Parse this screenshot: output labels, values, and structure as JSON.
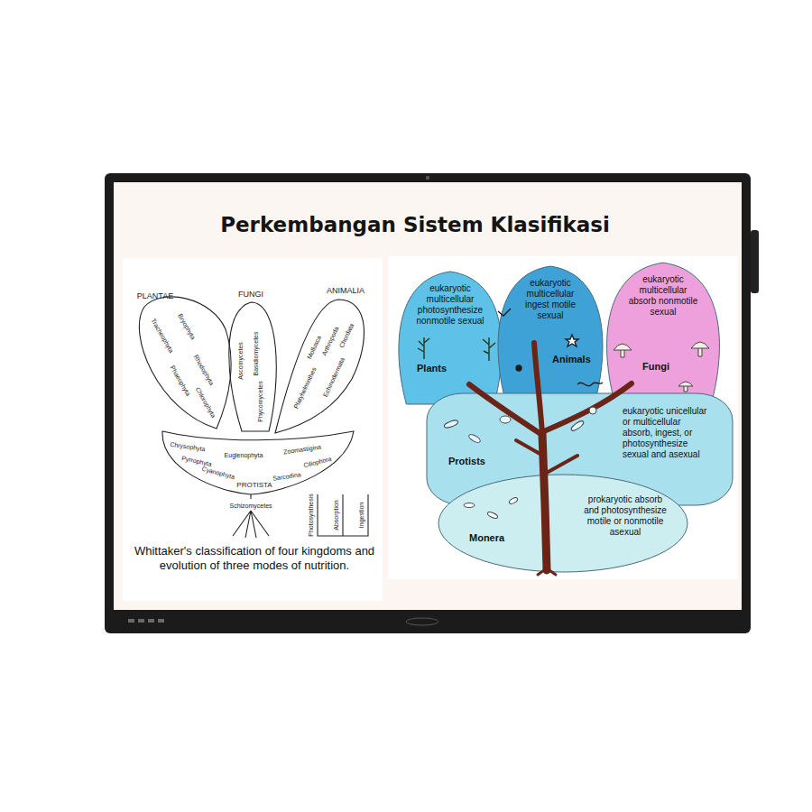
{
  "diagram": {
    "title": "Perkembangan Sistem Klasifikasi",
    "caption": "Whittaker's classification of four kingdoms and evolution of three modes of nutrition.",
    "nodes": [
      {
        "text": [
          "eukaryotic multicellular photosynthesize nonmotile sexual",
          "Plants"
        ]
      },
      {
        "text": [
          "eukaryotic multicellular ingest motile sexual",
          "Animals"
        ]
      },
      {
        "text": [
          "eukaryotic multicellular absorb nonmotile sexual",
          "Fungi"
        ]
      },
      {
        "text": [
          "Protists",
          "eukaryotic unicellular or multicellular absorb, ingest, or photosynthesize sexual and asexual"
        ]
      },
      {
        "text": [
          "Monera",
          "prokaryotic absorb and photosynthesize motile or nonmotile asexual"
        ]
      }
    ],
    "labels": [
      "PLANTAE",
      "FUNGI",
      "ANIMALIA",
      "Tracheophyta",
      "Bryophyta",
      "Phaeophyta",
      "Rhodophyta",
      "Chlorophyta",
      "Ascomycetes",
      "Basidiomycetes",
      "Phycomycetes",
      "Mollusca",
      "Arthropoda",
      "Chordata",
      "Echinodermata",
      "Platyhelminthes",
      "Chrysophyta",
      "Pyrrophyta",
      "Cyanophyta",
      "Euglenophyta",
      "Zoomastigina",
      "Ciliophora",
      "Sarcodina",
      "PROTISTA",
      "Schizomycetes",
      "Photosynthesis",
      "Absorption",
      "Ingestion"
    ]
  }
}
